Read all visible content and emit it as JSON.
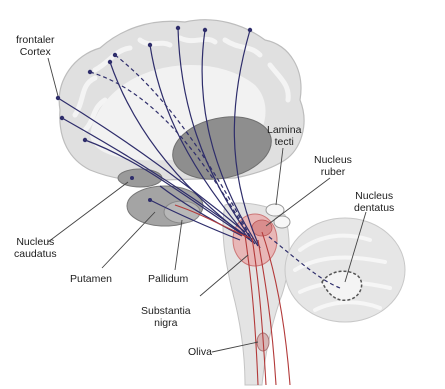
{
  "labels": {
    "frontaler_cortex": [
      "frontaler",
      "Cortex"
    ],
    "lamina_tecti": [
      "Lamina",
      "tecti"
    ],
    "nucleus_ruber": [
      "Nucleus",
      "ruber"
    ],
    "nucleus_dentatus": [
      "Nucleus",
      "dentatus"
    ],
    "nucleus_caudatus": [
      "Nucleus",
      "caudatus"
    ],
    "putamen": "Putamen",
    "pallidum": "Pallidum",
    "substantia_nigra": [
      "Substantia",
      "nigra"
    ],
    "oliva": "Oliva"
  },
  "colors": {
    "brain_gray": "#d8d8d8",
    "structure_dark": "#8e8e8e",
    "fiber_blue": "#2e2d6b",
    "fiber_red": "#b33a3a",
    "nigra_pink": "#e9a8a8"
  }
}
